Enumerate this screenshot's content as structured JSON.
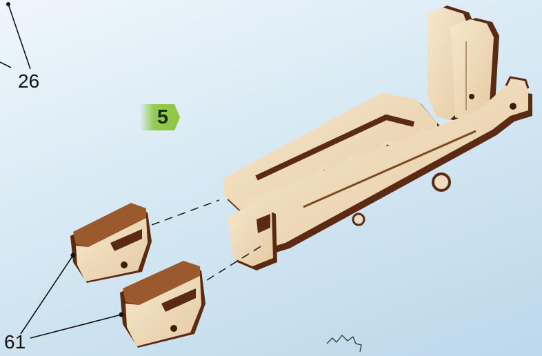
{
  "step": {
    "number": "5"
  },
  "callouts": [
    {
      "part_number": "26"
    },
    {
      "part_number": "61"
    }
  ],
  "colors": {
    "wood_face": "#efdcbc",
    "wood_edge_dark": "#5a2a12",
    "wood_edge_mid": "#9a5a2e",
    "badge_green": "#8dc63f",
    "background": "#d6e8f3"
  }
}
